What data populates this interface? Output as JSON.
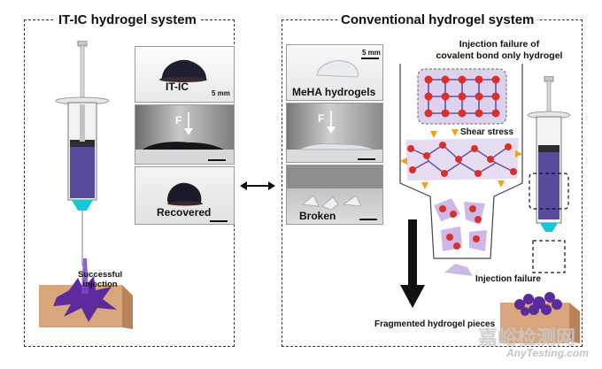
{
  "left_panel": {
    "title": "IT-IC hydrogel system",
    "photos": {
      "top": {
        "label": "IT-IC",
        "scale": "5 mm"
      },
      "middle": {
        "force": "F"
      },
      "bottom": {
        "label": "Recovered"
      }
    },
    "injection_note": [
      "Successful",
      "injection"
    ]
  },
  "right_panel": {
    "title": "Conventional hydrogel system",
    "photos": {
      "top": {
        "label": "MeHA hydrogels",
        "scale": "5 mm"
      },
      "middle": {
        "force": "F"
      },
      "bottom": {
        "label": "Broken"
      }
    },
    "failure_title": [
      "Injection failure of",
      "covalent bond only hydrogel"
    ],
    "shear_label": "Shear stress",
    "injection_failure_label": "Injection failure",
    "fragment_label": "Fragmented hydrogel pieces"
  },
  "watermark": {
    "cn": "嘉峪检测网",
    "en": "AnyTesting.com"
  },
  "colors": {
    "hydrogel_purple": "#7b62b8",
    "node_red": "#d9302a",
    "needle_cyan": "#19c6d8",
    "tissue_tan": "#d9a57a",
    "shear_arrow": "#f0a11f"
  }
}
